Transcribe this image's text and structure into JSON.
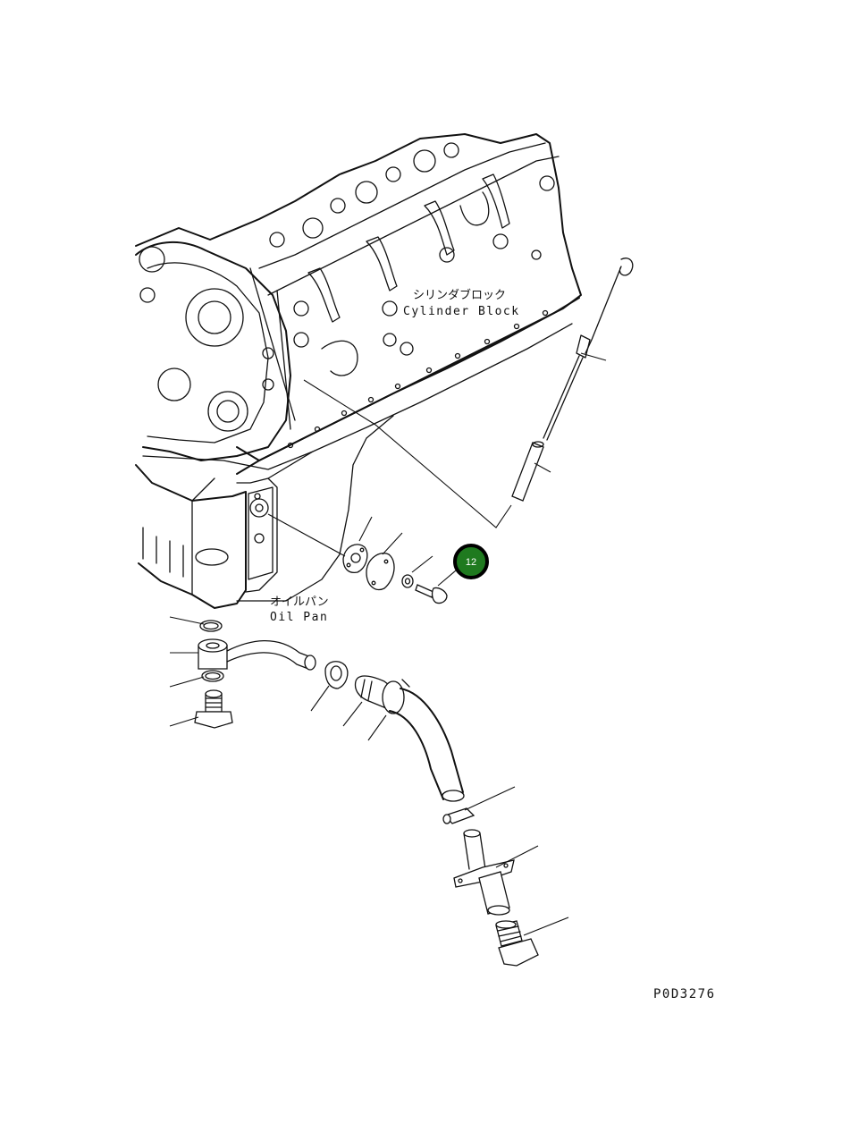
{
  "labels": {
    "cylinder_block_jp": "シリンダブロック",
    "cylinder_block_en": "Cylinder Block",
    "oil_pan_jp": "オイルパン",
    "oil_pan_en": "Oil Pan",
    "drawing_number": "P0D3276"
  },
  "callout": {
    "number": "12",
    "fill_color": "#1f7a1f",
    "ring_color": "#000000"
  }
}
